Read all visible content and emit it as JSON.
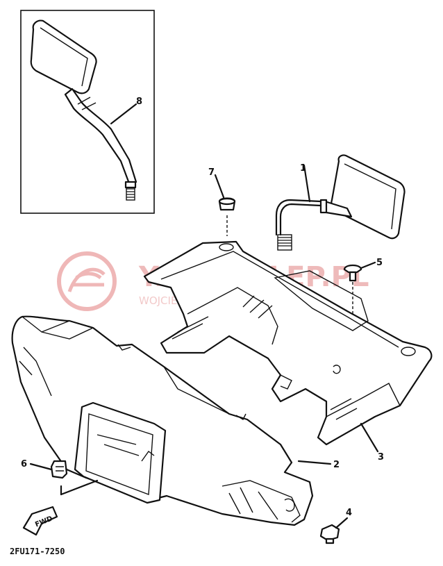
{
  "diagram": {
    "part_code": "2FU171-7250",
    "fwd_label": "FWD",
    "callouts": {
      "c1": "1",
      "c2": "2",
      "c3": "3",
      "c4": "4",
      "c5": "5",
      "c6": "6",
      "c7": "7",
      "c8": "8"
    },
    "watermark": {
      "title": "YAMASKLEP.PL",
      "subtitle": "WOJCIECHOWSKI CZĘŚCI YAMAHA"
    }
  }
}
